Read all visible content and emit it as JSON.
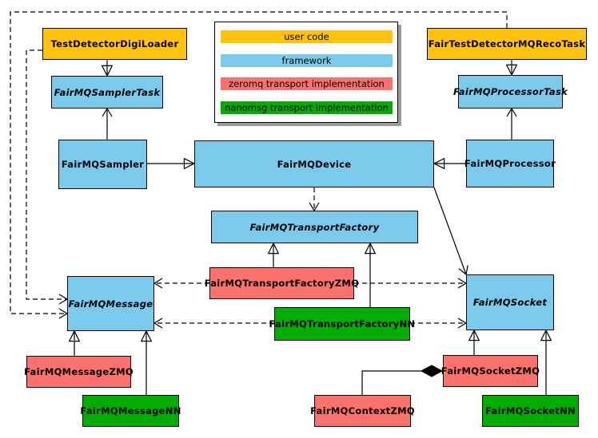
{
  "colors": {
    "user_code": "#FFC20E",
    "framework": "#7BCAEC",
    "zeromq": "#FA716E",
    "nanomsg": "#00AD00"
  },
  "legend": {
    "items": [
      {
        "label": "user code",
        "category": "user_code"
      },
      {
        "label": "framework",
        "category": "framework"
      },
      {
        "label": "zeromq transport implementation",
        "category": "zeromq"
      },
      {
        "label": "nanomsg transport implementation",
        "category": "nanomsg"
      }
    ]
  },
  "nodes": {
    "tddl": {
      "label": "TestDetectorDigiLoader",
      "category": "user_code",
      "abstract": false
    },
    "smptask": {
      "label": "FairMQSamplerTask",
      "category": "framework",
      "abstract": true
    },
    "smp": {
      "label": "FairMQSampler",
      "category": "framework",
      "abstract": false
    },
    "reco": {
      "label": "FairTestDetectorMQRecoTask",
      "category": "user_code",
      "abstract": false
    },
    "proctask": {
      "label": "FairMQProcessorTask",
      "category": "framework",
      "abstract": true
    },
    "proc": {
      "label": "FairMQProcessor",
      "category": "framework",
      "abstract": false
    },
    "device": {
      "label": "FairMQDevice",
      "category": "framework",
      "abstract": false
    },
    "factory": {
      "label": "FairMQTransportFactory",
      "category": "framework",
      "abstract": true
    },
    "factzmq": {
      "label": "FairMQTransportFactoryZMQ",
      "category": "zeromq",
      "abstract": false
    },
    "factnn": {
      "label": "FairMQTransportFactoryNN",
      "category": "nanomsg",
      "abstract": false
    },
    "msg": {
      "label": "FairMQMessage",
      "category": "framework",
      "abstract": true
    },
    "socket": {
      "label": "FairMQSocket",
      "category": "framework",
      "abstract": true
    },
    "msgzmq": {
      "label": "FairMQMessageZMQ",
      "category": "zeromq",
      "abstract": false
    },
    "msgnn": {
      "label": "FairMQMessageNN",
      "category": "nanomsg",
      "abstract": false
    },
    "sockzmq": {
      "label": "FairMQSocketZMQ",
      "category": "zeromq",
      "abstract": false
    },
    "ctxzmq": {
      "label": "FairMQContextZMQ",
      "category": "zeromq",
      "abstract": false
    },
    "socknn": {
      "label": "FairMQSocketNN",
      "category": "nanomsg",
      "abstract": false
    }
  },
  "edges": [
    {
      "from": "TestDetectorDigiLoader",
      "to": "FairMQSamplerTask",
      "type": "inheritance",
      "style": "solid"
    },
    {
      "from": "FairMQSampler",
      "to": "FairMQSamplerTask",
      "type": "association",
      "style": "solid"
    },
    {
      "from": "FairMQSampler",
      "to": "FairMQDevice",
      "type": "inheritance",
      "style": "solid"
    },
    {
      "from": "FairTestDetectorMQRecoTask",
      "to": "FairMQProcessorTask",
      "type": "inheritance",
      "style": "solid"
    },
    {
      "from": "FairMQProcessor",
      "to": "FairMQProcessorTask",
      "type": "association",
      "style": "solid"
    },
    {
      "from": "FairMQProcessor",
      "to": "FairMQDevice",
      "type": "inheritance",
      "style": "solid"
    },
    {
      "from": "FairMQDevice",
      "to": "FairMQTransportFactory",
      "type": "dependency",
      "style": "dashed"
    },
    {
      "from": "FairMQDevice",
      "to": "FairMQSocket",
      "type": "association",
      "style": "solid"
    },
    {
      "from": "FairTestDetectorMQRecoTask",
      "to": "FairMQMessage",
      "type": "dependency",
      "style": "dashed"
    },
    {
      "from": "TestDetectorDigiLoader",
      "to": "FairMQMessage",
      "type": "dependency",
      "style": "dashed"
    },
    {
      "from": "FairMQTransportFactoryZMQ",
      "to": "FairMQTransportFactory",
      "type": "inheritance",
      "style": "solid"
    },
    {
      "from": "FairMQTransportFactoryNN",
      "to": "FairMQTransportFactory",
      "type": "inheritance",
      "style": "solid"
    },
    {
      "from": "FairMQTransportFactoryZMQ",
      "to": "FairMQMessage",
      "type": "dependency",
      "style": "dashed"
    },
    {
      "from": "FairMQTransportFactoryZMQ",
      "to": "FairMQSocket",
      "type": "dependency",
      "style": "dashed"
    },
    {
      "from": "FairMQTransportFactoryNN",
      "to": "FairMQMessage",
      "type": "dependency",
      "style": "dashed"
    },
    {
      "from": "FairMQTransportFactoryNN",
      "to": "FairMQSocket",
      "type": "dependency",
      "style": "dashed"
    },
    {
      "from": "FairMQMessageZMQ",
      "to": "FairMQMessage",
      "type": "inheritance",
      "style": "solid"
    },
    {
      "from": "FairMQMessageNN",
      "to": "FairMQMessage",
      "type": "inheritance",
      "style": "solid"
    },
    {
      "from": "FairMQSocketZMQ",
      "to": "FairMQSocket",
      "type": "inheritance",
      "style": "solid"
    },
    {
      "from": "FairMQSocketNN",
      "to": "FairMQSocket",
      "type": "inheritance",
      "style": "solid"
    },
    {
      "from": "FairMQContextZMQ",
      "to": "FairMQSocketZMQ",
      "type": "composition",
      "style": "solid"
    }
  ]
}
